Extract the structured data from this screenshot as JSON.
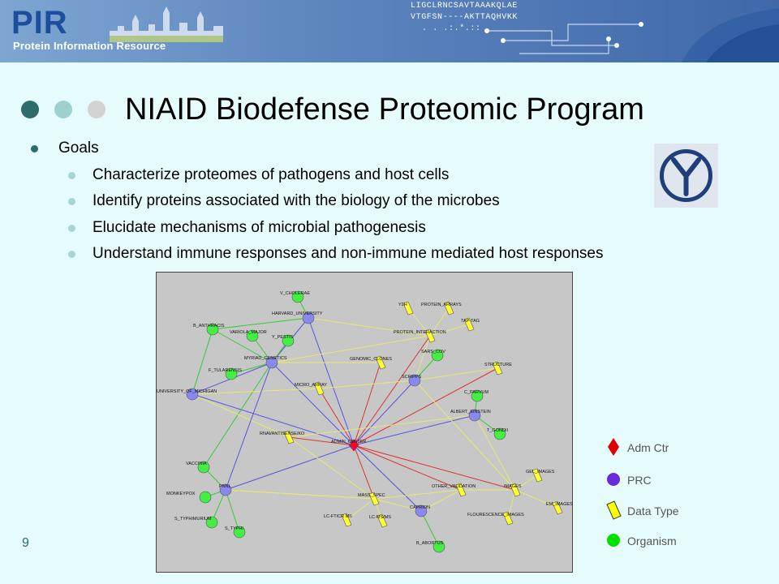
{
  "header": {
    "logo": "PIR",
    "subtitle": "Protein Information Resource",
    "sequence_lines": [
      "LIGCLRNCSAVTAAAKQLAE",
      "VTGFSN----AKTTAQHVKK",
      ". .        .:.*.::"
    ]
  },
  "slide": {
    "title": "NIAID Biodefense Proteomic Program",
    "page_number": "9",
    "goals_heading": "Goals",
    "goals": [
      "Characterize proteomes of pathogens and host cells",
      "Identify proteins associated with the biology of the microbes",
      "Elucidate mechanisms of microbial pathogenesis",
      "Understand immune responses and non-immune mediated host responses"
    ]
  },
  "legend": [
    {
      "label": "Adm Ctr",
      "shape": "diamond",
      "color": "#e00000"
    },
    {
      "label": "PRC",
      "shape": "circle",
      "color": "#6a2be0"
    },
    {
      "label": "Data Type",
      "shape": "parallelogram",
      "color": "#ffff00"
    },
    {
      "label": "Organism",
      "shape": "circle",
      "color": "#00e000"
    }
  ],
  "colors": {
    "adm": "#ff0033",
    "prc": "#8888ee",
    "data": "#ffff33",
    "org": "#44ee44",
    "edge_yellow": "#e8e870",
    "edge_blue": "#5555dd",
    "edge_red": "#dd3333",
    "edge_green": "#33cc33"
  },
  "graph": {
    "nodes": [
      {
        "id": "adm",
        "label": "ADMIN_CENTER",
        "type": "adm"
      },
      {
        "id": "harvard",
        "label": "HARVARD_UNIVERSITY",
        "type": "prc"
      },
      {
        "id": "myriad",
        "label": "MYRIAD_GENETICS",
        "type": "prc"
      },
      {
        "id": "umich",
        "label": "UNIVERSITY_OF_MICHIGAN",
        "type": "prc"
      },
      {
        "id": "pnnl",
        "label": "PNNL",
        "type": "prc"
      },
      {
        "id": "scripps",
        "label": "SCRIPPS",
        "type": "prc"
      },
      {
        "id": "einstein",
        "label": "ALBERT_EINSTEIN",
        "type": "prc"
      },
      {
        "id": "caprion",
        "label": "CAPRION",
        "type": "prc"
      },
      {
        "id": "cholerae",
        "label": "V_CHOLERAE",
        "type": "org"
      },
      {
        "id": "anthracis",
        "label": "B_ANTHRACIS",
        "type": "org"
      },
      {
        "id": "variola",
        "label": "VARIOLA_MAJOR",
        "type": "org"
      },
      {
        "id": "pestis",
        "label": "Y_PESTIS",
        "type": "org"
      },
      {
        "id": "tularensis",
        "label": "F_TULARENSIS",
        "type": "org"
      },
      {
        "id": "sarscov",
        "label": "SARS_COV",
        "type": "org"
      },
      {
        "id": "parvum",
        "label": "C_PARVUM",
        "type": "org"
      },
      {
        "id": "gondii",
        "label": "T_GONDII",
        "type": "org"
      },
      {
        "id": "vaccinia",
        "label": "VACCINIA",
        "type": "org"
      },
      {
        "id": "monkeypox",
        "label": "MONKEYPOX",
        "type": "org"
      },
      {
        "id": "typhimurium",
        "label": "S_TYPHIMURIUM",
        "type": "org"
      },
      {
        "id": "typhi",
        "label": "S_TYPHI",
        "type": "org"
      },
      {
        "id": "abortus",
        "label": "B_ABORTUS",
        "type": "org"
      },
      {
        "id": "y2h",
        "label": "Y2H",
        "type": "data"
      },
      {
        "id": "parrays",
        "label": "PROTEIN_ARRAYS",
        "type": "data"
      },
      {
        "id": "taptag",
        "label": "TAP-TAG",
        "type": "data"
      },
      {
        "id": "pinteract",
        "label": "PROTEIN_INTERACTION",
        "type": "data"
      },
      {
        "id": "genomic",
        "label": "GENOMIC_CLONES",
        "type": "data"
      },
      {
        "id": "structure",
        "label": "STRUCTURE",
        "type": "data"
      },
      {
        "id": "microarray",
        "label": "MICRO_ARRAY",
        "type": "data"
      },
      {
        "id": "rnai",
        "label": "RNAI/ANTISENSE/KO",
        "type": "data"
      },
      {
        "id": "gelimg",
        "label": "GEL_IMAGES",
        "type": "data"
      },
      {
        "id": "images",
        "label": "IMAGES",
        "type": "data"
      },
      {
        "id": "emimg",
        "label": "EM_IMAGES",
        "type": "data"
      },
      {
        "id": "othervalid",
        "label": "OTHER_VALIDATION",
        "type": "data"
      },
      {
        "id": "fluor",
        "label": "FLOURESCENCE_IMAGES",
        "type": "data"
      },
      {
        "id": "massspec",
        "label": "MASS_SPEC",
        "type": "data"
      },
      {
        "id": "lcftic",
        "label": "LC-FTICR MS",
        "type": "data"
      },
      {
        "id": "lcms",
        "label": "LC-MS/MS",
        "type": "data"
      }
    ],
    "edges": [
      [
        "adm",
        "harvard"
      ],
      [
        "adm",
        "myriad"
      ],
      [
        "adm",
        "umich"
      ],
      [
        "adm",
        "pnnl"
      ],
      [
        "adm",
        "scripps"
      ],
      [
        "adm",
        "einstein"
      ],
      [
        "adm",
        "caprion"
      ],
      [
        "adm",
        "pinteract"
      ],
      [
        "adm",
        "structure"
      ],
      [
        "adm",
        "images"
      ],
      [
        "adm",
        "massspec"
      ],
      [
        "adm",
        "rnai"
      ],
      [
        "adm",
        "microarray"
      ],
      [
        "adm",
        "othervalid"
      ],
      [
        "adm",
        "genomic"
      ],
      [
        "harvard",
        "cholerae"
      ],
      [
        "harvard",
        "anthracis"
      ],
      [
        "harvard",
        "pinteract"
      ],
      [
        "harvard",
        "myriad"
      ],
      [
        "myriad",
        "variola"
      ],
      [
        "myriad",
        "pestis"
      ],
      [
        "myriad",
        "tularensis"
      ],
      [
        "myriad",
        "genomic"
      ],
      [
        "myriad",
        "pinteract"
      ],
      [
        "myriad",
        "anthracis"
      ],
      [
        "myriad",
        "vaccinia"
      ],
      [
        "umich",
        "anthracis"
      ],
      [
        "umich",
        "microarray"
      ],
      [
        "umich",
        "rnai"
      ],
      [
        "umich",
        "myriad"
      ],
      [
        "pnnl",
        "vaccinia"
      ],
      [
        "pnnl",
        "monkeypox"
      ],
      [
        "pnnl",
        "typhimurium"
      ],
      [
        "pnnl",
        "typhi"
      ],
      [
        "pnnl",
        "massspec"
      ],
      [
        "pnnl",
        "myriad"
      ],
      [
        "scripps",
        "sarscov"
      ],
      [
        "scripps",
        "pinteract"
      ],
      [
        "scripps",
        "microarray"
      ],
      [
        "scripps",
        "structure"
      ],
      [
        "scripps",
        "images"
      ],
      [
        "einstein",
        "parvum"
      ],
      [
        "einstein",
        "gondii"
      ],
      [
        "einstein",
        "images"
      ],
      [
        "einstein",
        "rnai"
      ],
      [
        "caprion",
        "abortus"
      ],
      [
        "caprion",
        "massspec"
      ],
      [
        "caprion",
        "othervalid"
      ],
      [
        "pinteract",
        "y2h"
      ],
      [
        "pinteract",
        "parrays"
      ],
      [
        "pinteract",
        "taptag"
      ],
      [
        "images",
        "gelimg"
      ],
      [
        "images",
        "emimg"
      ],
      [
        "images",
        "fluor"
      ],
      [
        "images",
        "othervalid"
      ],
      [
        "massspec",
        "lcftic"
      ],
      [
        "massspec",
        "lcms"
      ],
      [
        "massspec",
        "othervalid"
      ],
      [
        "massspec",
        "rnai"
      ],
      [
        "massspec",
        "pnnl"
      ]
    ]
  }
}
